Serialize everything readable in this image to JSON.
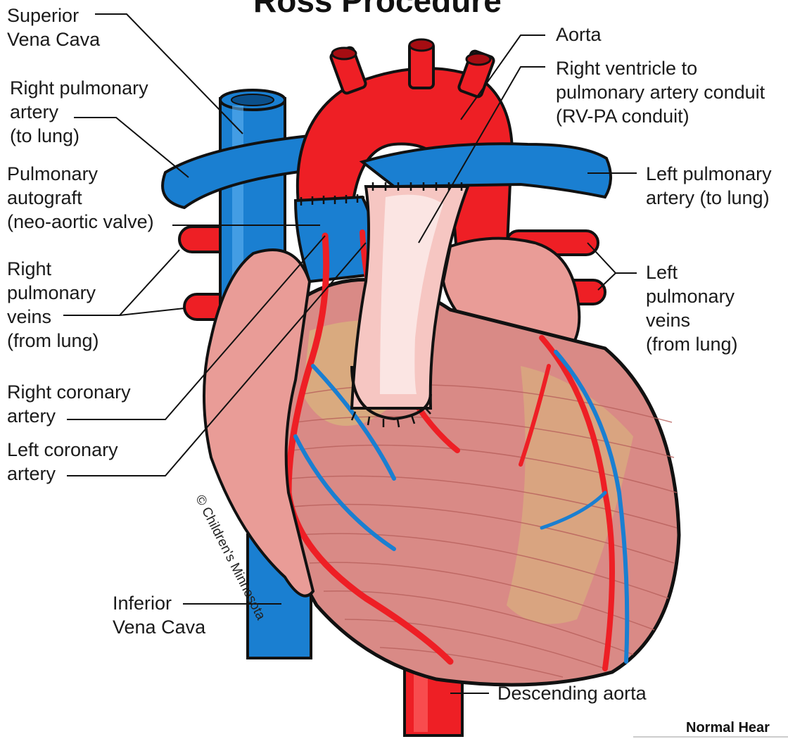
{
  "title": "Ross Procedure",
  "labels": {
    "superior_vena_cava": "Superior\nVena Cava",
    "right_pulmonary_artery": "Right pulmonary\nartery\n(to lung)",
    "pulmonary_autograft": "Pulmonary\nautograft\n(neo-aortic valve)",
    "right_pulmonary_veins": "Right\npulmonary\nveins\n(from lung)",
    "right_coronary_artery": "Right coronary\nartery",
    "left_coronary_artery": "Left coronary\nartery",
    "aorta": "Aorta",
    "rv_pa_conduit": "Right ventricle to\npulmonary artery conduit\n(RV-PA conduit)",
    "left_pulmonary_artery": "Left pulmonary\nartery (to lung)",
    "left_pulmonary_veins": "Left\npulmonary\nveins\n(from lung)",
    "inferior_vena_cava": "Inferior\nVena Cava",
    "descending_aorta": "Descending aorta"
  },
  "copyright": "© Children's Minnesota",
  "footer": "Normal Hear",
  "colors": {
    "vein_blue": "#1a7fd1",
    "artery_red": "#ee1f25",
    "muscle": "#d98a86",
    "atrium": "#e99c97",
    "conduit": "#f6c6c2",
    "fat": "#d9c47a"
  }
}
